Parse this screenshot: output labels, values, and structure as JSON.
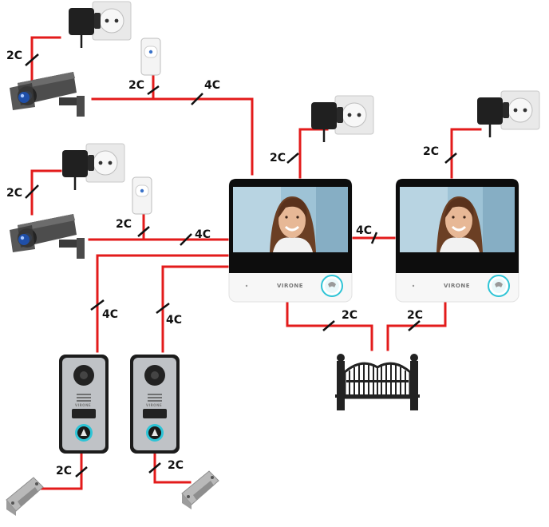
{
  "cable_labels": {
    "cam1_power": "2C",
    "pir1": "2C",
    "cam1_bus": "4C",
    "cam2_power": "2C",
    "pir2": "2C",
    "cam2_bus": "4C",
    "monitor1_power": "2C",
    "monitor2_power": "2C",
    "monitor_link": "4C",
    "panel1_bus": "4C",
    "panel2_bus": "4C",
    "gate_monitor1": "2C",
    "gate_monitor2": "2C",
    "lock1": "2C",
    "lock2": "2C"
  },
  "monitor1": {
    "brand": "VIRONE"
  },
  "monitor2": {
    "brand": "VIRONE"
  },
  "panel1": {
    "brand": "VIRONE"
  },
  "panel2": {
    "brand": "VIRONE"
  },
  "colors": {
    "wire": "#e31b1b",
    "tick": "#111111",
    "accent": "#2ec4d6"
  }
}
